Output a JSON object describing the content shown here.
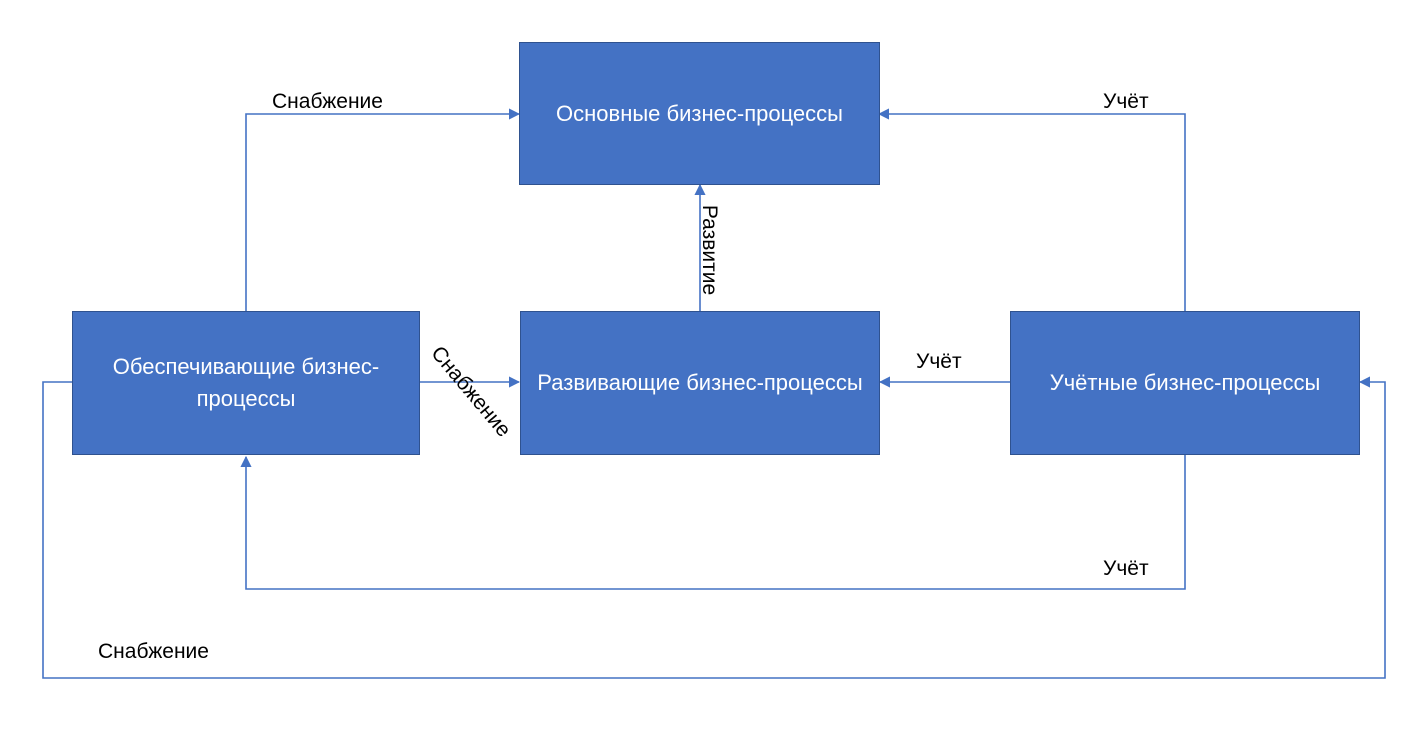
{
  "colors": {
    "box_fill": "#4472c4",
    "box_border": "#2f528f",
    "line": "#4472c4",
    "box_text": "#ffffff",
    "label_text": "#000000"
  },
  "boxes": {
    "core": "Основные бизнес-процессы",
    "support": "Обеспечивающие бизнес-процессы",
    "development": "Развивающие бизнес-процессы",
    "accounting": "Учётные бизнес-процессы"
  },
  "connectors": {
    "supply_support_to_core": "Снабжение",
    "accounting_to_core": "Учёт",
    "development_to_core": "Развитие",
    "supply_support_to_development": "Снабжение",
    "accounting_to_development": "Учёт",
    "accounting_to_support": "Учёт",
    "supply_support_to_accounting": "Снабжение"
  }
}
